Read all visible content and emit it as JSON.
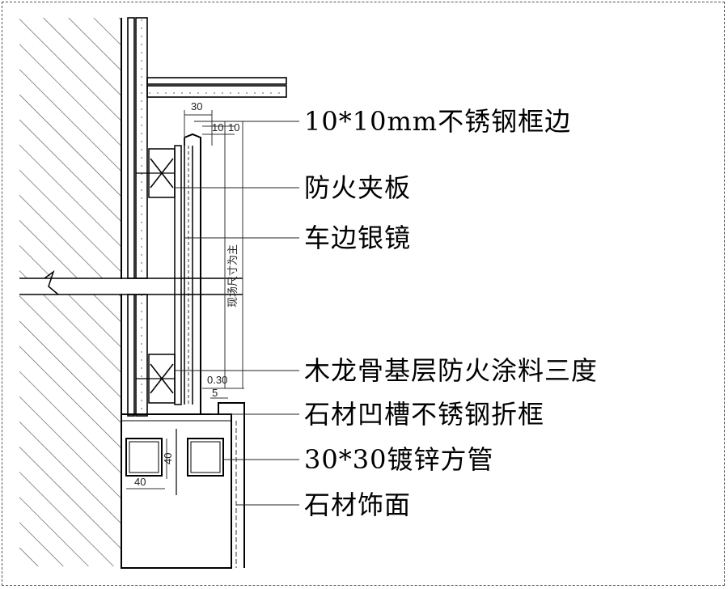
{
  "callouts": [
    {
      "id": "steel-edge",
      "text": "10*10mm不锈钢框边"
    },
    {
      "id": "fire-board",
      "text": "防火夹板"
    },
    {
      "id": "bevel-mirror",
      "text": "车边银镜"
    },
    {
      "id": "wood-keel",
      "text": "木龙骨基层防火涂料三度"
    },
    {
      "id": "stone-frame",
      "text": "石材凹槽不锈钢折框"
    },
    {
      "id": "square-tube",
      "text": "30*30镀锌方管"
    },
    {
      "id": "stone-face",
      "text": "石材饰面"
    }
  ],
  "dimensions": {
    "top_30": "30",
    "top_10a": "10",
    "top_10b": "10",
    "vertical_note": "现场尺寸为主",
    "mid_030": "0.30",
    "mid_5": "5",
    "tube_40v": "40",
    "tube_40h": "40"
  }
}
